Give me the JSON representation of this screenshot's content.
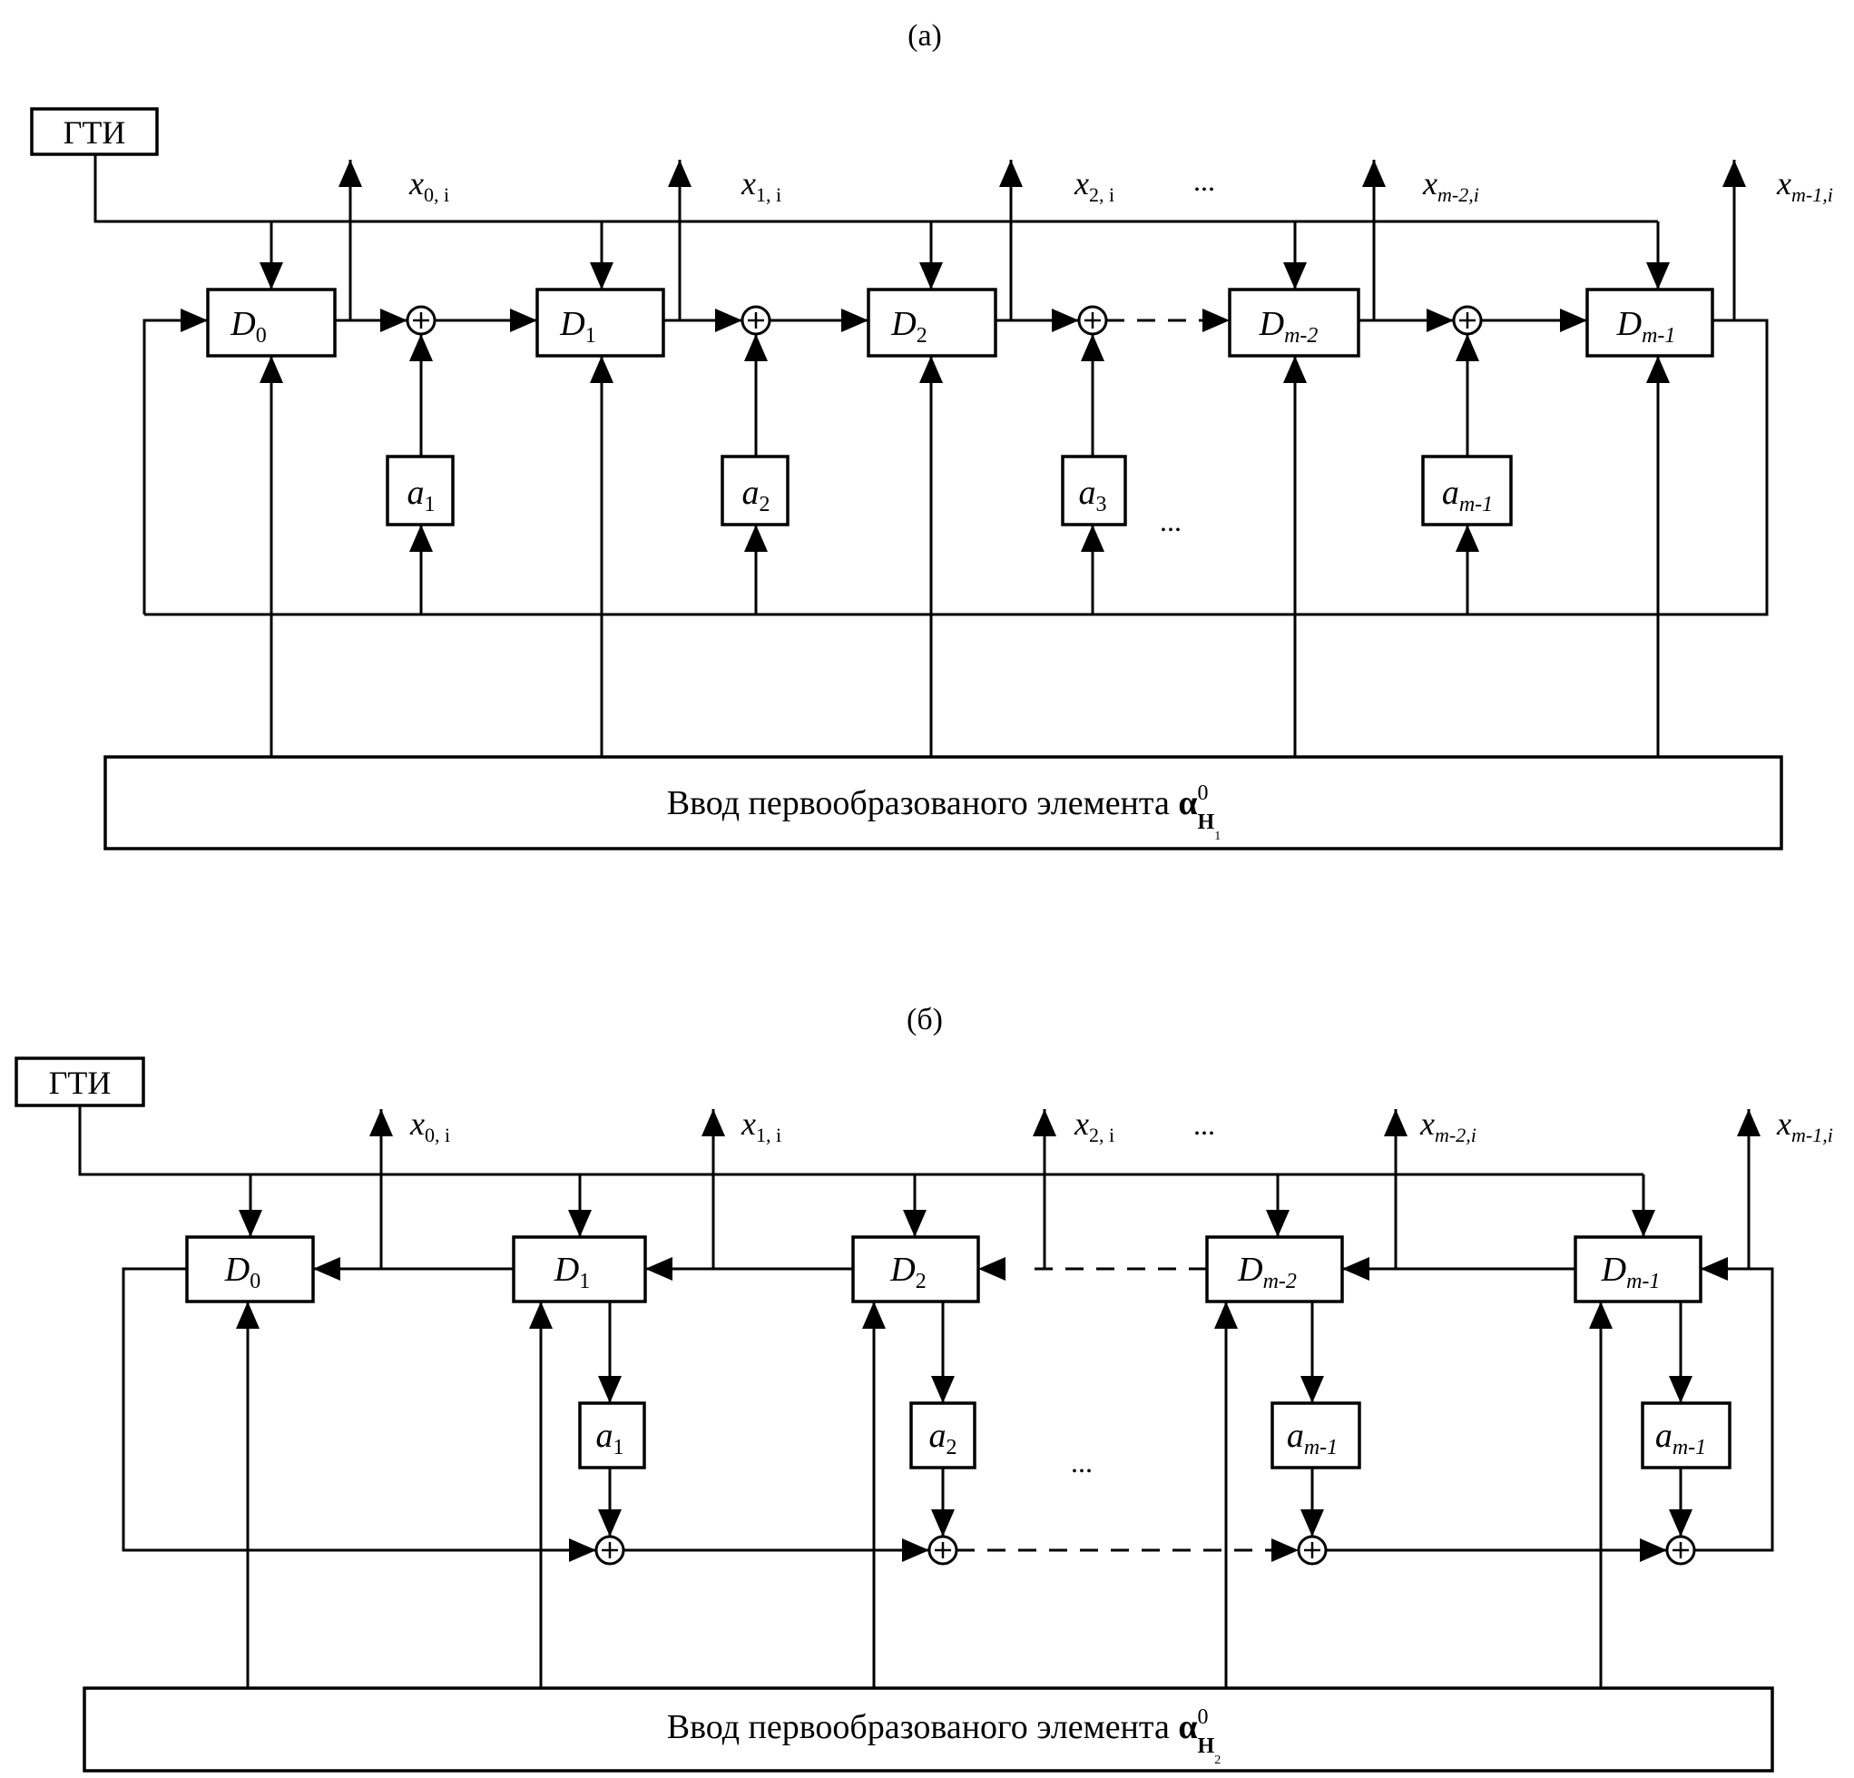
{
  "diagram_a": {
    "caption": "(а)",
    "clock_label": "ГТИ",
    "registers": [
      {
        "name": "D",
        "sub": "0"
      },
      {
        "name": "D",
        "sub": "1"
      },
      {
        "name": "D",
        "sub": "2"
      },
      {
        "name": "D",
        "sub": "m-2"
      },
      {
        "name": "D",
        "sub": "m-1"
      }
    ],
    "coefficients": [
      {
        "name": "a",
        "sub": "1"
      },
      {
        "name": "a",
        "sub": "2"
      },
      {
        "name": "a",
        "sub": "3"
      },
      {
        "name": "a",
        "sub": "m-1"
      }
    ],
    "outputs": [
      {
        "name": "x",
        "sub": "0, i"
      },
      {
        "name": "x",
        "sub": "1, i"
      },
      {
        "name": "x",
        "sub": "2, i"
      },
      {
        "name": "x",
        "sub": "m-2,i"
      },
      {
        "name": "x",
        "sub": "m-1,i"
      }
    ],
    "ellipsis": "...",
    "xor_symbol": "+",
    "input_label": "Ввод первообразованого элемента",
    "input_symbol": "α",
    "input_sup": "0",
    "input_sub": "H",
    "input_subsub": "1"
  },
  "diagram_b": {
    "caption": "(б)",
    "clock_label": "ГТИ",
    "registers": [
      {
        "name": "D",
        "sub": "0"
      },
      {
        "name": "D",
        "sub": "1"
      },
      {
        "name": "D",
        "sub": "2"
      },
      {
        "name": "D",
        "sub": "m-2"
      },
      {
        "name": "D",
        "sub": "m-1"
      }
    ],
    "coefficients": [
      {
        "name": "a",
        "sub": "1"
      },
      {
        "name": "a",
        "sub": "2"
      },
      {
        "name": "a",
        "sub": "m-1"
      },
      {
        "name": "a",
        "sub": "m-1"
      }
    ],
    "outputs": [
      {
        "name": "x",
        "sub": "0, i"
      },
      {
        "name": "x",
        "sub": "1, i"
      },
      {
        "name": "x",
        "sub": "2, i"
      },
      {
        "name": "x",
        "sub": "m-2,i"
      },
      {
        "name": "x",
        "sub": "m-1,i"
      }
    ],
    "ellipsis": "...",
    "xor_symbol": "+",
    "input_label": "Ввод первообразованого элемента",
    "input_symbol": "α",
    "input_sup": "0",
    "input_sub": "H",
    "input_subsub": "2"
  }
}
